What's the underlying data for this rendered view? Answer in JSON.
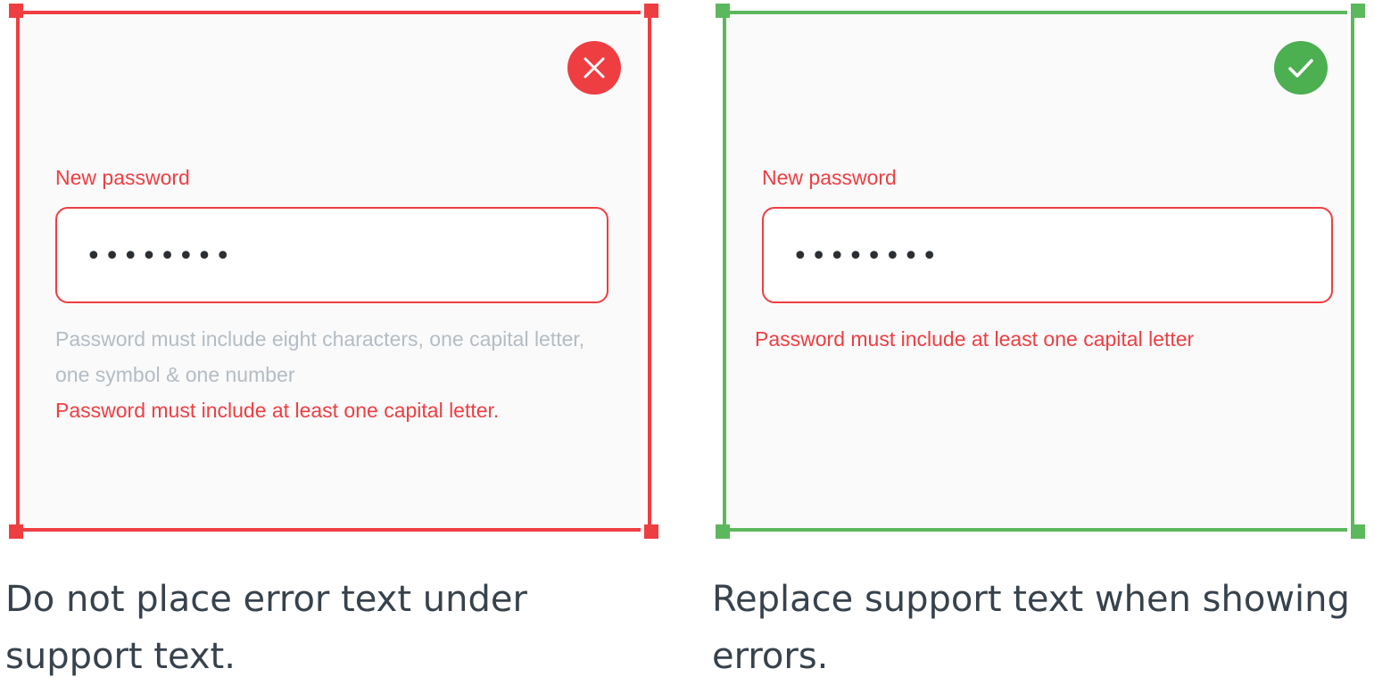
{
  "dont_example": {
    "field_label": "New password",
    "input_value": "••••••••",
    "support_text": "Password must include eight characters, one capital letter, one symbol & one number",
    "error_text": "Password must include at least one capital letter.",
    "status_icon": "close-icon",
    "accent_color": "#ef3e42",
    "caption": "Do not place error text under support text."
  },
  "do_example": {
    "field_label": "New password",
    "input_value": "••••••••",
    "error_text": "Password must include at least one capital letter",
    "status_icon": "check-icon",
    "accent_color": "#4caf50",
    "caption": "Replace support text when showing errors."
  }
}
